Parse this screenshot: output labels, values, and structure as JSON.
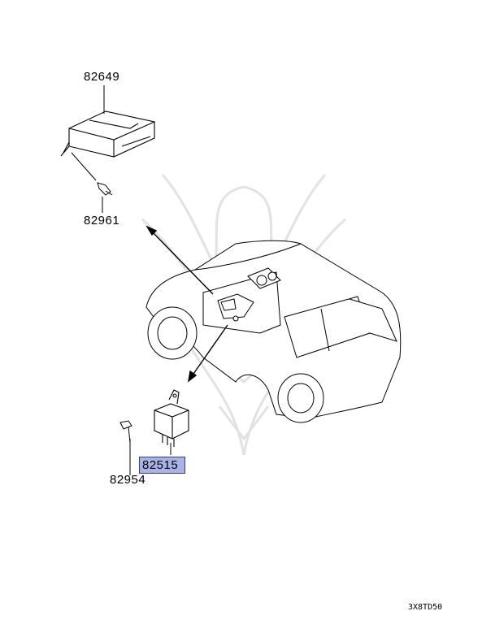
{
  "callouts": {
    "ecu": "82649",
    "screw_top": "82961",
    "relay": "82515",
    "screw_bottom": "82954"
  },
  "reference_code": "3X8TD50",
  "colors": {
    "line": "#000000",
    "watermark": "#d9d9d9",
    "highlight": "#aab3e6"
  }
}
